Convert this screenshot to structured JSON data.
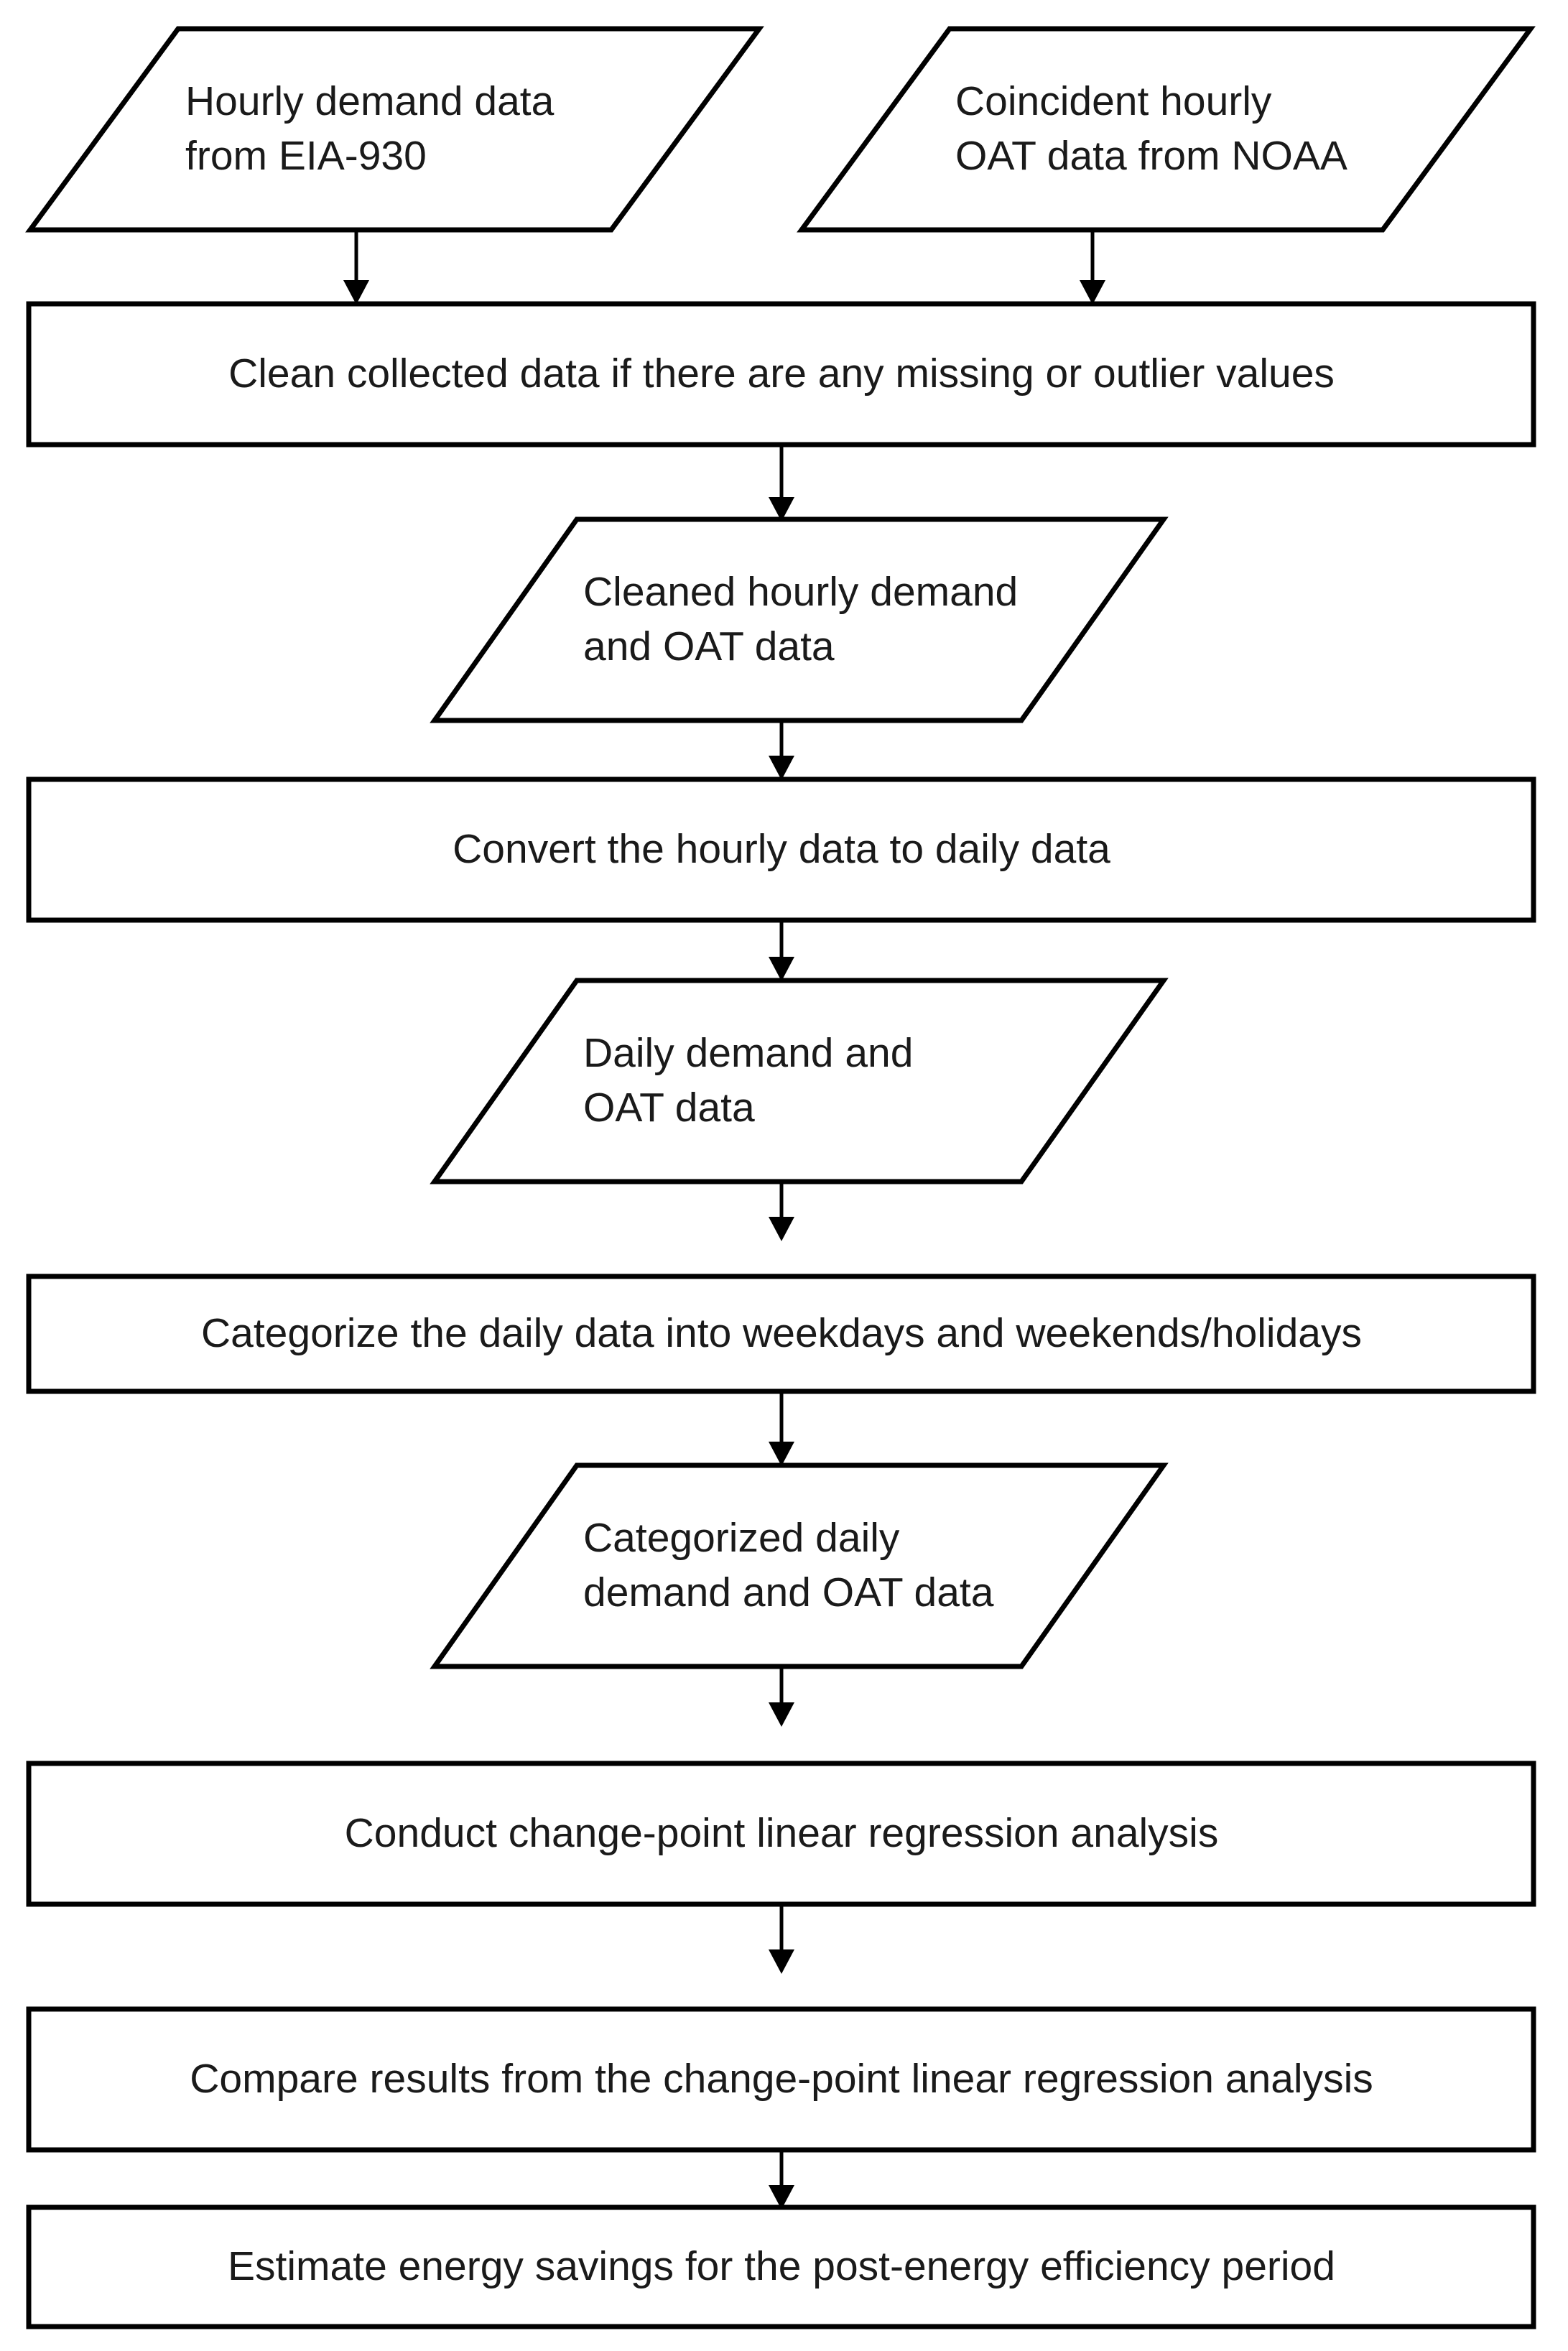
{
  "diagram": {
    "title": "Energy savings estimation methodology flowchart",
    "background_color": "#ffffff",
    "stroke_color": "#000000",
    "text_color": "#1a1a1a",
    "nodes": [
      {
        "id": "hourly-demand-data",
        "shape": "parallelogram",
        "role": "data-input",
        "text": "Hourly demand data\nfrom EIA-930"
      },
      {
        "id": "coincident-oat-data",
        "shape": "parallelogram",
        "role": "data-input",
        "text": "Coincident hourly\nOAT data from NOAA"
      },
      {
        "id": "clean-collected-data",
        "shape": "rectangle",
        "role": "process",
        "text": "Clean collected data if there are any missing or outlier values"
      },
      {
        "id": "cleaned-hourly-data",
        "shape": "parallelogram",
        "role": "data",
        "text": "Cleaned hourly demand\nand OAT data"
      },
      {
        "id": "convert-hourly-to-daily",
        "shape": "rectangle",
        "role": "process",
        "text": "Convert the hourly data to daily data"
      },
      {
        "id": "daily-demand-oat-data",
        "shape": "parallelogram",
        "role": "data",
        "text": "Daily demand and\nOAT data"
      },
      {
        "id": "categorize-daily-data",
        "shape": "rectangle",
        "role": "process",
        "text": "Categorize the daily data into weekdays and weekends/holidays"
      },
      {
        "id": "categorized-daily-data",
        "shape": "parallelogram",
        "role": "data",
        "text": "Categorized daily\ndemand and OAT data"
      },
      {
        "id": "conduct-regression",
        "shape": "rectangle",
        "role": "process",
        "text": "Conduct change-point linear regression analysis"
      },
      {
        "id": "compare-results",
        "shape": "rectangle",
        "role": "process",
        "text": "Compare results from the change-point linear regression analysis"
      },
      {
        "id": "estimate-savings",
        "shape": "rectangle",
        "role": "process",
        "text": "Estimate energy savings for the post-energy efficiency period"
      }
    ],
    "connectors": [
      {
        "id": "arrow-hourly-demand-to-clean",
        "from": "hourly-demand-data",
        "to": "clean-collected-data"
      },
      {
        "id": "arrow-oat-to-clean",
        "from": "coincident-oat-data",
        "to": "clean-collected-data"
      },
      {
        "id": "arrow-clean-to-cleaned-data",
        "from": "clean-collected-data",
        "to": "cleaned-hourly-data"
      },
      {
        "id": "arrow-cleaned-data-to-convert",
        "from": "cleaned-hourly-data",
        "to": "convert-hourly-to-daily"
      },
      {
        "id": "arrow-convert-to-daily-data",
        "from": "convert-hourly-to-daily",
        "to": "daily-demand-oat-data"
      },
      {
        "id": "arrow-daily-data-to-categorize",
        "from": "daily-demand-oat-data",
        "to": "categorize-daily-data"
      },
      {
        "id": "arrow-categorize-to-categorized-data",
        "from": "categorize-daily-data",
        "to": "categorized-daily-data"
      },
      {
        "id": "arrow-categorized-data-to-regression",
        "from": "categorized-daily-data",
        "to": "conduct-regression"
      },
      {
        "id": "arrow-regression-to-compare",
        "from": "conduct-regression",
        "to": "compare-results"
      },
      {
        "id": "arrow-compare-to-estimate",
        "from": "compare-results",
        "to": "estimate-savings"
      }
    ]
  }
}
